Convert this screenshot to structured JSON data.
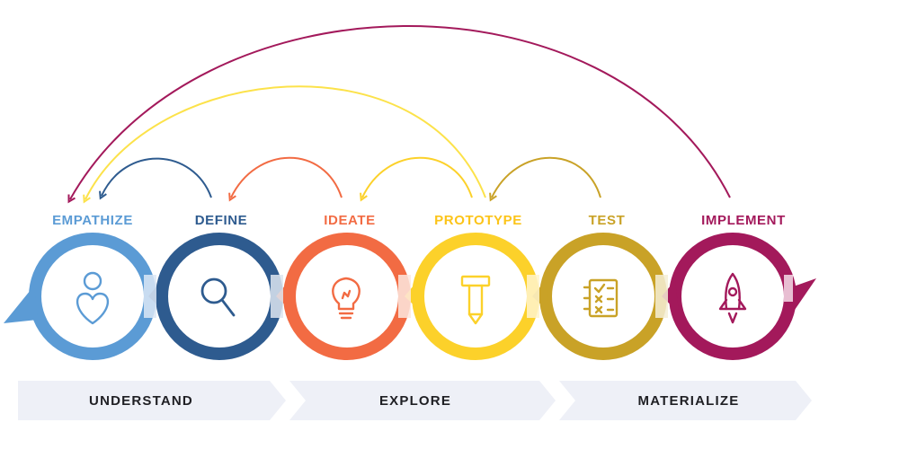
{
  "stages": [
    {
      "id": "empathize",
      "label": "EMPATHIZE",
      "color": "#5b9bd5",
      "icon": "heart-person-icon"
    },
    {
      "id": "define",
      "label": "DEFINE",
      "color": "#2e5b8f",
      "icon": "magnifier-icon"
    },
    {
      "id": "ideate",
      "label": "IDEATE",
      "color": "#f26b43",
      "icon": "lightbulb-icon"
    },
    {
      "id": "prototype",
      "label": "PROTOTYPE",
      "color": "#fcd12a",
      "icon": "hammer-pencil-icon"
    },
    {
      "id": "test",
      "label": "TEST",
      "color": "#c9a227",
      "icon": "checklist-icon"
    },
    {
      "id": "implement",
      "label": "IMPLEMENT",
      "color": "#a3195b",
      "icon": "rocket-icon"
    }
  ],
  "phases": [
    {
      "id": "understand",
      "label": "UNDERSTAND",
      "color": "#eef0f7"
    },
    {
      "id": "explore",
      "label": "EXPLORE",
      "color": "#eef0f7"
    },
    {
      "id": "materialize",
      "label": "MATERIALIZE",
      "color": "#eef0f7"
    }
  ],
  "feedback_arrows": [
    {
      "from": "define",
      "to": "empathize",
      "color": "#2e5b8f"
    },
    {
      "from": "ideate",
      "to": "define",
      "color": "#f26b43"
    },
    {
      "from": "prototype",
      "to": "ideate",
      "color": "#fcd12a"
    },
    {
      "from": "test",
      "to": "prototype",
      "color": "#c9a227"
    },
    {
      "from": "prototype",
      "to": "empathize",
      "color": "#fce24a"
    },
    {
      "from": "implement",
      "to": "empathize",
      "color": "#a3195b"
    }
  ]
}
